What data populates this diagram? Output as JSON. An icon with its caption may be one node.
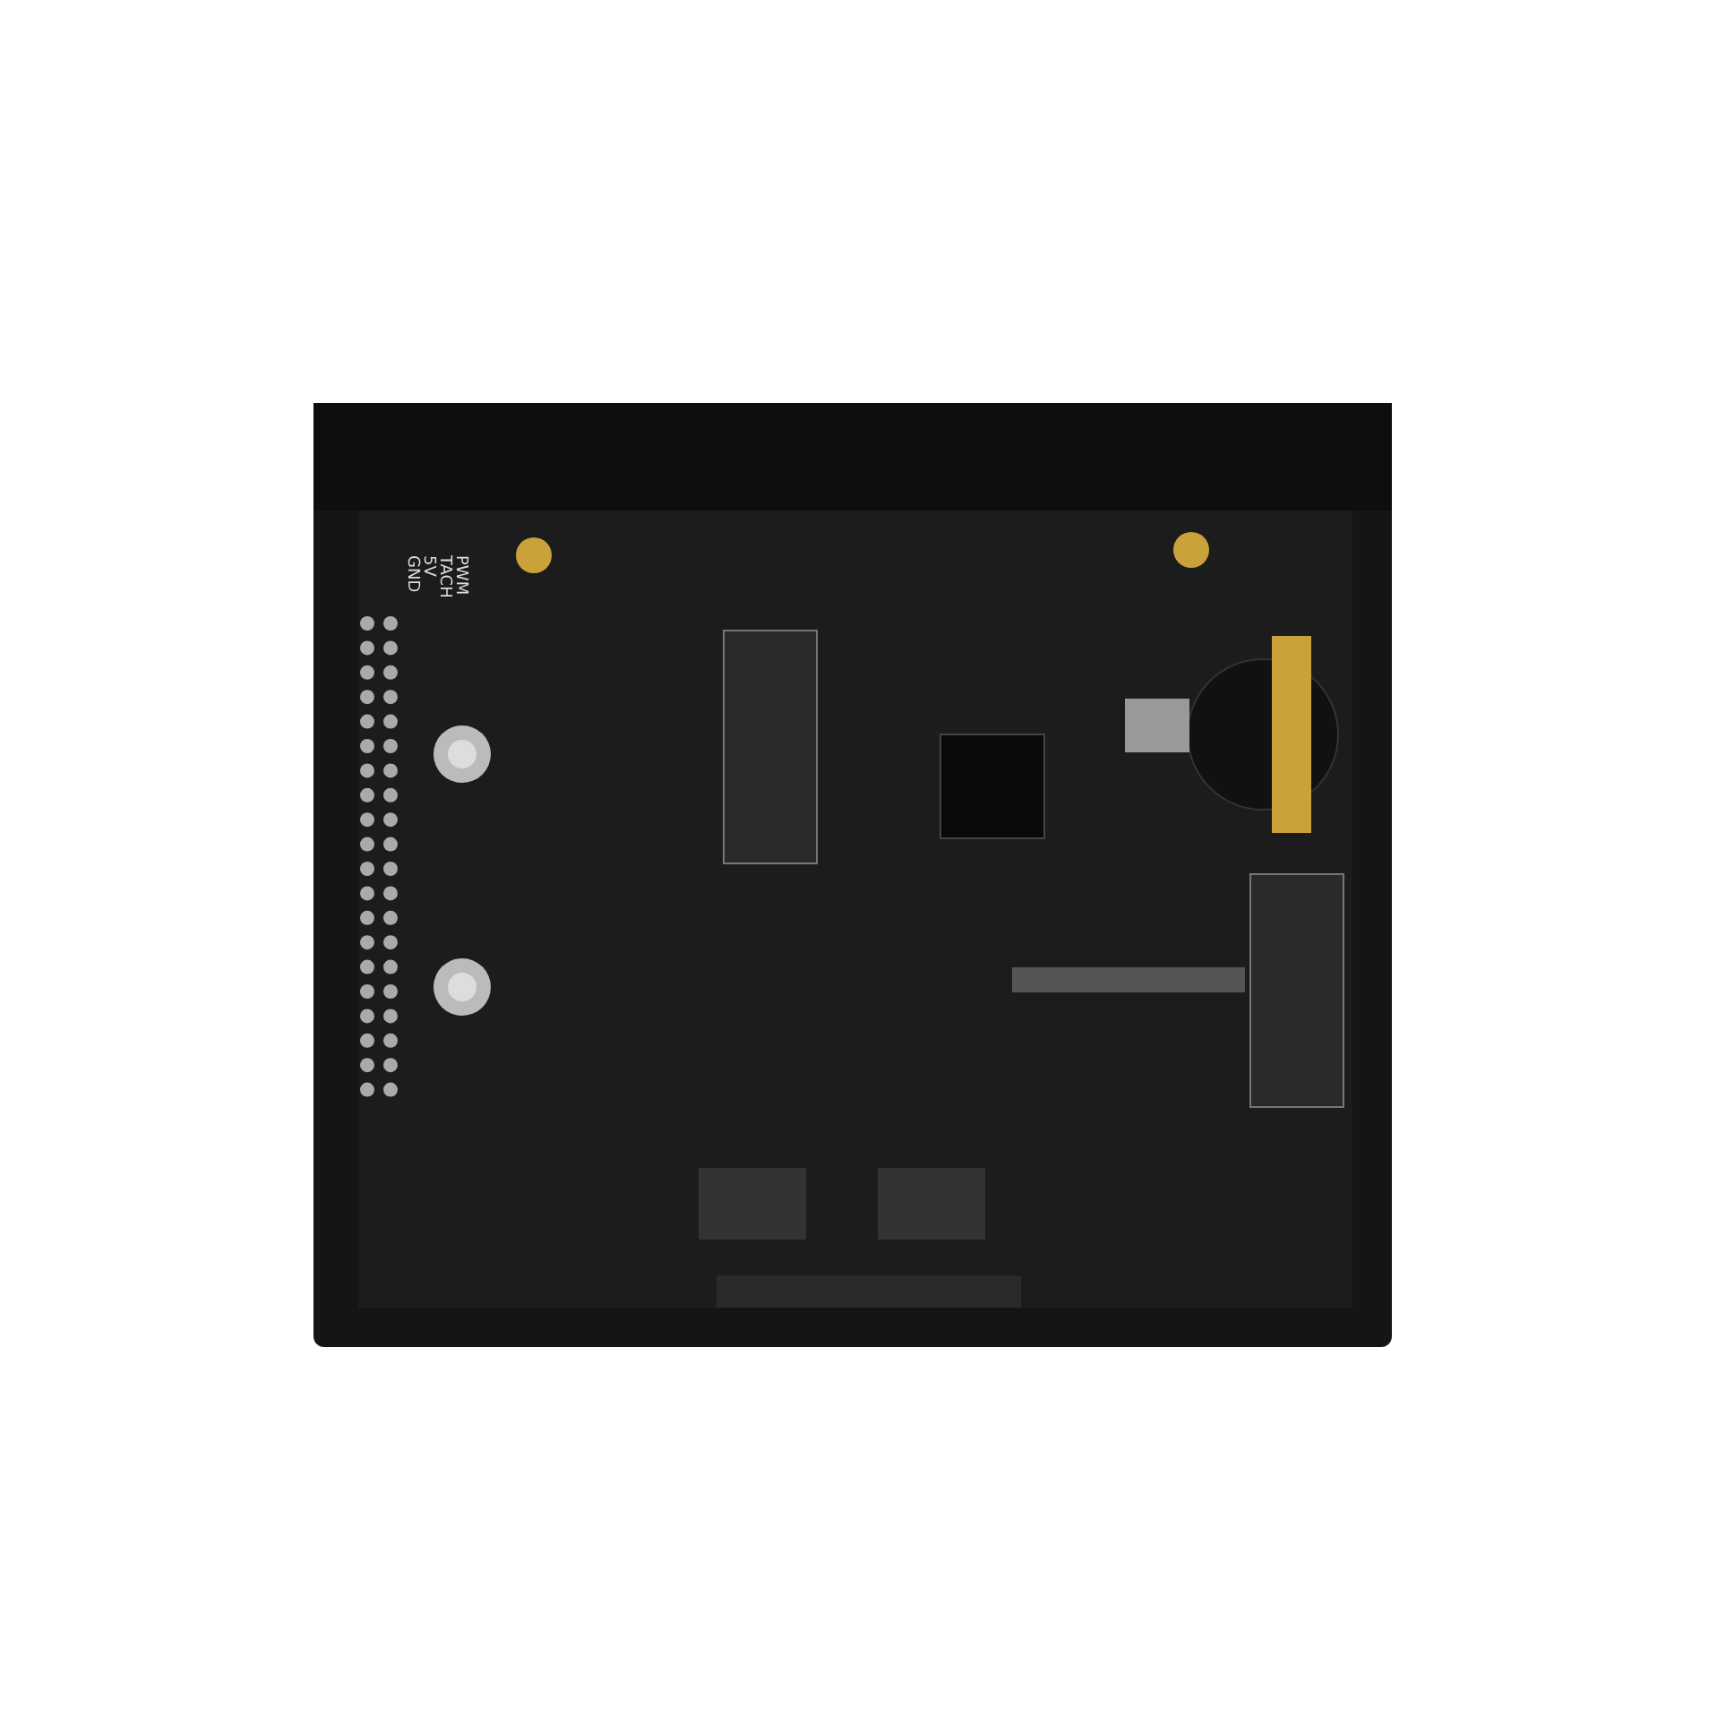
{
  "diagram": {
    "labels": [
      "PWM",
      "TACH",
      "5V",
      "GND"
    ]
  }
}
